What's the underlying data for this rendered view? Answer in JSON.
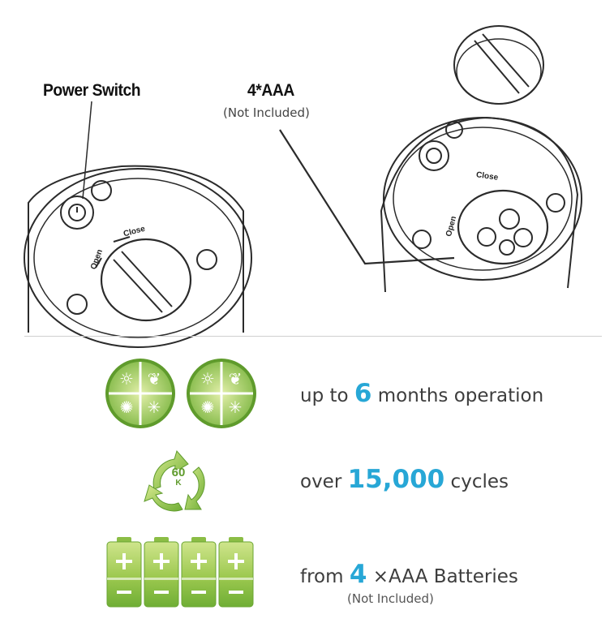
{
  "top": {
    "power_switch_label": "Power Switch",
    "battery_label": "4*AAA",
    "battery_note": "(Not Included)",
    "left_open": "Open",
    "left_close": "Close",
    "right_open": "Open",
    "right_close": "Close"
  },
  "features": [
    {
      "prefix": "up to ",
      "number": "6",
      "suffix": " months operation",
      "icon": "four-seasons-icon"
    },
    {
      "prefix": "over ",
      "number": "15,000",
      "suffix": " cycles",
      "icon": "recycle-arrows-icon",
      "badge_top": "60",
      "badge_bottom": "K"
    },
    {
      "prefix": "from ",
      "number": "4",
      "suffix": " ×AAA Batteries",
      "icon": "aaa-battery-icon",
      "note": "(Not Included)"
    }
  ],
  "colors": {
    "accent_number": "#27a7d6",
    "green_light": "#cde48a",
    "green_dark": "#6fae35"
  }
}
